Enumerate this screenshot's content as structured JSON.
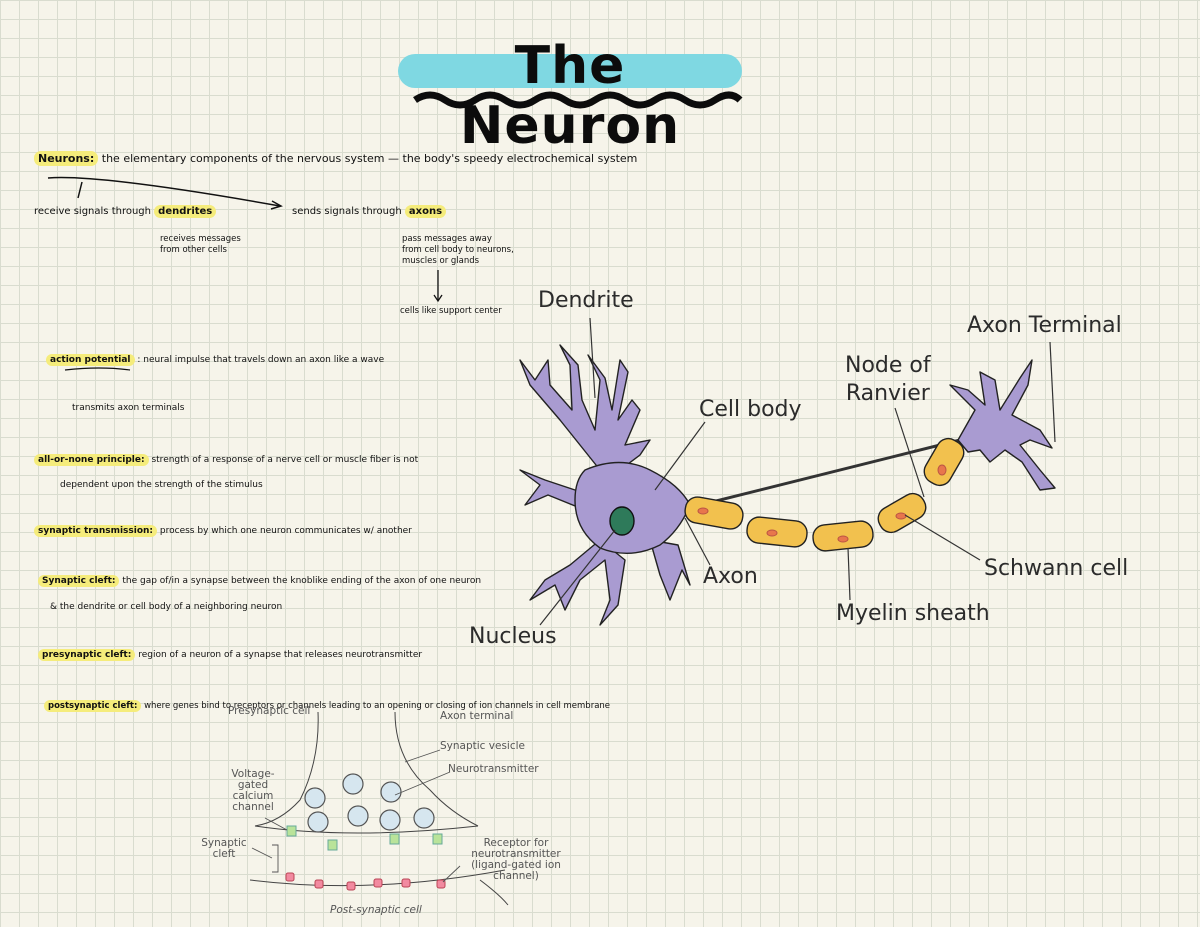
{
  "title": "The Neuron",
  "notes": {
    "neurons_term": "Neurons:",
    "neurons_def": "the elementary components of the nervous system — the body's speedy electrochemical system",
    "receive_text": "receive signals through",
    "dendrites": "dendrites",
    "dendrites_note": "receives messages from other cells",
    "sends_text": "sends signals through",
    "axons": "axons",
    "axons_note": "pass messages away from cell body to neurons, muscles or glands",
    "cells_note": "cells like support center",
    "action_term": "action potential",
    "action_def": ": neural impulse that travels down an axon like a wave",
    "action_sub": "transmits axon terminals",
    "all_term": "all-or-none principle:",
    "all_def": "strength of a response of a nerve cell or muscle fiber is not",
    "all_def2": "dependent upon the strength of the stimulus",
    "synaptic_term": "synaptic transmission:",
    "synaptic_def": "process by which one neuron communicates w/ another",
    "cleft_term": "Synaptic cleft:",
    "cleft_def": "the gap of/in a synapse between the knoblike ending of the axon of one neuron",
    "cleft_def2": "& the dendrite or cell body of a neighboring neuron",
    "pre_term": "presynaptic cleft:",
    "pre_def": "region of a neuron of a synapse that releases neurotransmitter",
    "post_term": "postsynaptic cleft:",
    "post_def": "where genes bind to receptors or channels leading to an opening or closing of ion channels in cell membrane"
  },
  "neuron_labels": {
    "dendrite": "Dendrite",
    "cell_body": "Cell body",
    "axon": "Axon",
    "nucleus": "Nucleus",
    "node_of_ranvier": "Node of Ranvier",
    "node_line1": "Node of",
    "node_line2": "Ranvier",
    "axon_terminal": "Axon Terminal",
    "schwann_cell": "Schwann cell",
    "myelin_sheath": "Myelin sheath"
  },
  "synapse_labels": {
    "presynaptic_cell": "Presynaptic cell",
    "axon_terminal": "Axon terminal",
    "synaptic_vesicle": "Synaptic vesicle",
    "neurotransmitter": "Neurotransmitter",
    "voltage_gated": "Voltage-gated calcium channel",
    "synaptic_cleft": "Synaptic cleft",
    "receptor": "Receptor for neurotransmitter (ligand-gated ion channel)",
    "postsynaptic_cell": "Post-synaptic cell"
  },
  "colors": {
    "title_highlight": "#7fd8e2",
    "note_highlight": "#f5ec7b",
    "neuron_body": "#a99bd1",
    "myelin": "#f2c14e",
    "nucleus": "#2e7a5a"
  }
}
